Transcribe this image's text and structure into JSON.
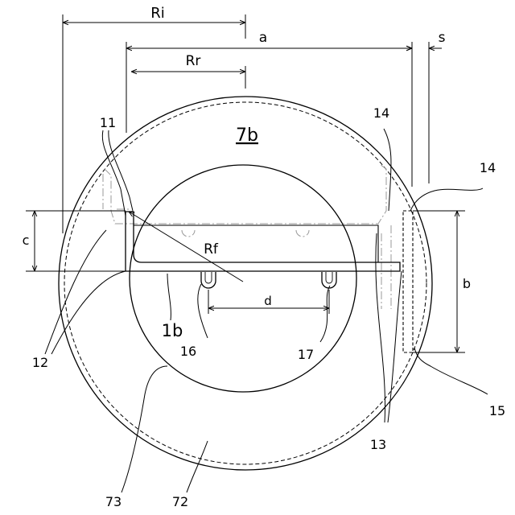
{
  "dimensions": {
    "ri": "Ri",
    "a": "a",
    "s": "s",
    "rr": "Rr",
    "c": "c",
    "b": "b",
    "rf": "Rf",
    "d": "d"
  },
  "labels": {
    "part_7b": "7b",
    "part_1b": "1b",
    "ref_11": "11",
    "ref_12": "12",
    "ref_13": "13",
    "ref_14_top": "14",
    "ref_14_right": "14",
    "ref_15": "15",
    "ref_16": "16",
    "ref_17": "17",
    "ref_72": "72",
    "ref_73": "73"
  }
}
